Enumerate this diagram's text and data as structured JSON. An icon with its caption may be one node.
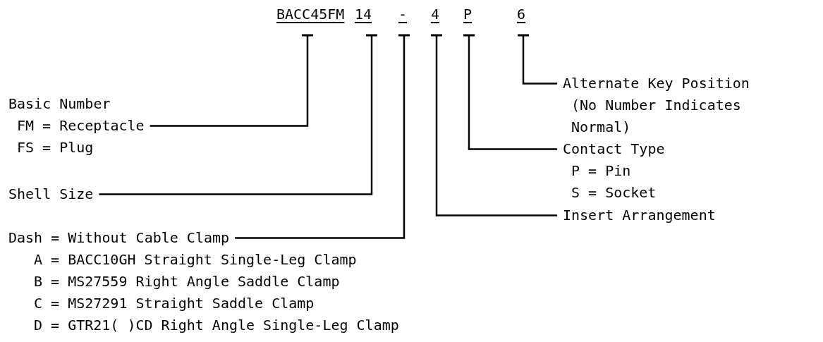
{
  "diagram": {
    "nodes": [
      {
        "text": [
          "BACC45FM"
        ]
      },
      {
        "text": [
          "14"
        ]
      },
      {
        "text": [
          "-"
        ]
      },
      {
        "text": [
          "4"
        ]
      },
      {
        "text": [
          "P"
        ]
      },
      {
        "text": [
          "6"
        ]
      },
      {
        "text": [
          "Basic Number",
          "FM = Receptacle",
          "FS = Plug"
        ]
      },
      {
        "text": [
          "Shell Size"
        ]
      },
      {
        "text": [
          "Dash = Without Cable Clamp"
        ]
      },
      {
        "text": [
          "Alternate Key Position",
          "(No Number Indicates Normal)"
        ]
      },
      {
        "text": [
          "Contact Type",
          "P = Pin",
          "S = Socket"
        ]
      },
      {
        "text": [
          "Insert Arrangement"
        ]
      }
    ],
    "edges": [
      {
        "from": 0,
        "to": 6,
        "arrow": "other"
      },
      {
        "from": 1,
        "to": 7,
        "arrow": "other"
      },
      {
        "from": 2,
        "to": 8,
        "arrow": "other"
      },
      {
        "from": 3,
        "to": 11,
        "arrow": "other"
      },
      {
        "from": 4,
        "to": 10,
        "arrow": "other"
      },
      {
        "from": 5,
        "to": 9,
        "arrow": "other"
      }
    ],
    "labels": [
      "A = BACC10GH Straight Single-Leg Clamp",
      "B = MS27559 Right Angle Saddle Clamp",
      "C = MS27291 Straight Saddle Clamp",
      "D = GTR21( )CD Right Angle Single-Leg Clamp"
    ]
  }
}
